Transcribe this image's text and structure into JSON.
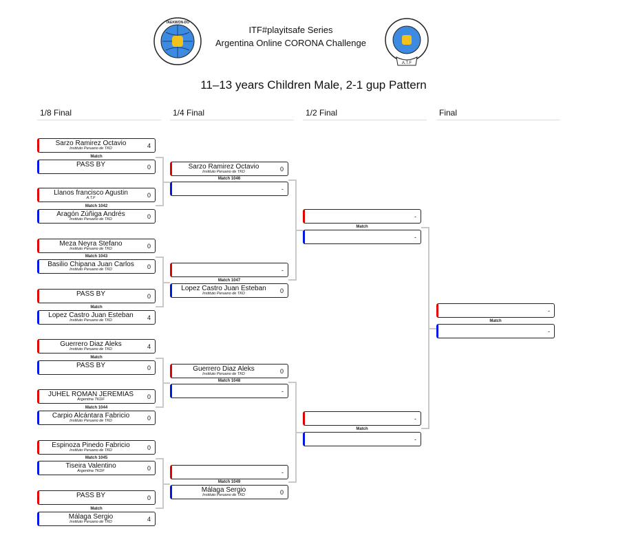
{
  "header": {
    "title_line1": "ITF#playitsafe Series",
    "title_line2": "Argentina Online CORONA Challenge",
    "subtitle": "11–13 years Children Male, 2-1 gup Pattern",
    "logo_left": "ITF-logo",
    "logo_right": "ATF-logo",
    "logo_right_label": "A.T.F"
  },
  "columns": [
    "1/8 Final",
    "1/4 Final",
    "1/2 Final",
    "Final"
  ],
  "colors": {
    "red_corner": "#e00000",
    "blue_corner": "#0018e0",
    "connector": "#c8c8c8"
  },
  "rounds": [
    {
      "name": "1/8 Final",
      "matches": [
        {
          "label": "Match",
          "red": {
            "name": "Sarzo Ramirez Octavio",
            "club": "Instituto Peruano de TKD",
            "score": "4"
          },
          "blue": {
            "name": "PASS BY",
            "club": "",
            "score": "0"
          }
        },
        {
          "label": "Match 1042",
          "red": {
            "name": "Llanos francisco Agustin",
            "club": "A.T.F",
            "score": "0"
          },
          "blue": {
            "name": "Aragón Zúñiga Andrés",
            "club": "Instituto Peruano de TKD",
            "score": "0"
          }
        },
        {
          "label": "Match 1043",
          "red": {
            "name": "Meza Neyra Stefano",
            "club": "Instituto Peruano de TKD",
            "score": "0"
          },
          "blue": {
            "name": "Basilio Chipana Juan Carlos",
            "club": "Instituto Peruano de TKD",
            "score": "0"
          }
        },
        {
          "label": "Match",
          "red": {
            "name": "PASS BY",
            "club": "",
            "score": "0"
          },
          "blue": {
            "name": "Lopez Castro Juan Esteban",
            "club": "Instituto Peruano de TKD",
            "score": "4"
          }
        },
        {
          "label": "Match",
          "red": {
            "name": "Guerrero Diaz Aleks",
            "club": "Instituto Peruano de TKD",
            "score": "4"
          },
          "blue": {
            "name": "PASS BY",
            "club": "",
            "score": "0"
          }
        },
        {
          "label": "Match 1044",
          "red": {
            "name": "JUHEL ROMAN JEREMIAS",
            "club": "Argentina TKDF",
            "score": "0"
          },
          "blue": {
            "name": "Carpio Alcántara Fabricio",
            "club": "Instituto Peruano de TKD",
            "score": "0"
          }
        },
        {
          "label": "Match 1045",
          "red": {
            "name": "Espinoza Pinedo Fabricio",
            "club": "Instituto Peruano de TKD",
            "score": "0"
          },
          "blue": {
            "name": "Tiseira Valentino",
            "club": "Argentina TKDF",
            "score": "0"
          }
        },
        {
          "label": "Match",
          "red": {
            "name": "PASS BY",
            "club": "",
            "score": "0"
          },
          "blue": {
            "name": "Málaga Sergio",
            "club": "Instituto Peruano de TKD",
            "score": "4"
          }
        }
      ]
    },
    {
      "name": "1/4 Final",
      "matches": [
        {
          "label": "Match 1046",
          "red": {
            "name": "Sarzo Ramirez Octavio",
            "club": "Instituto Peruano de TKD",
            "score": "0"
          },
          "blue": {
            "name": "",
            "club": "",
            "score": "-"
          }
        },
        {
          "label": "Match 1047",
          "red": {
            "name": "",
            "club": "",
            "score": "-"
          },
          "blue": {
            "name": "Lopez Castro Juan Esteban",
            "club": "Instituto Peruano de TKD",
            "score": "0"
          }
        },
        {
          "label": "Match 1048",
          "red": {
            "name": "Guerrero Diaz Aleks",
            "club": "Instituto Peruano de TKD",
            "score": "0"
          },
          "blue": {
            "name": "",
            "club": "",
            "score": "-"
          }
        },
        {
          "label": "Match 1049",
          "red": {
            "name": "",
            "club": "",
            "score": "-"
          },
          "blue": {
            "name": "Málaga Sergio",
            "club": "Instituto Peruano de TKD",
            "score": "0"
          }
        }
      ]
    },
    {
      "name": "1/2 Final",
      "matches": [
        {
          "label": "Match",
          "red": {
            "name": "",
            "club": "",
            "score": "-"
          },
          "blue": {
            "name": "",
            "club": "",
            "score": "-"
          }
        },
        {
          "label": "Match",
          "red": {
            "name": "",
            "club": "",
            "score": "-"
          },
          "blue": {
            "name": "",
            "club": "",
            "score": "-"
          }
        }
      ]
    },
    {
      "name": "Final",
      "matches": [
        {
          "label": "Match",
          "red": {
            "name": "",
            "club": "",
            "score": "-"
          },
          "blue": {
            "name": "",
            "club": "",
            "score": "-"
          }
        }
      ]
    }
  ]
}
